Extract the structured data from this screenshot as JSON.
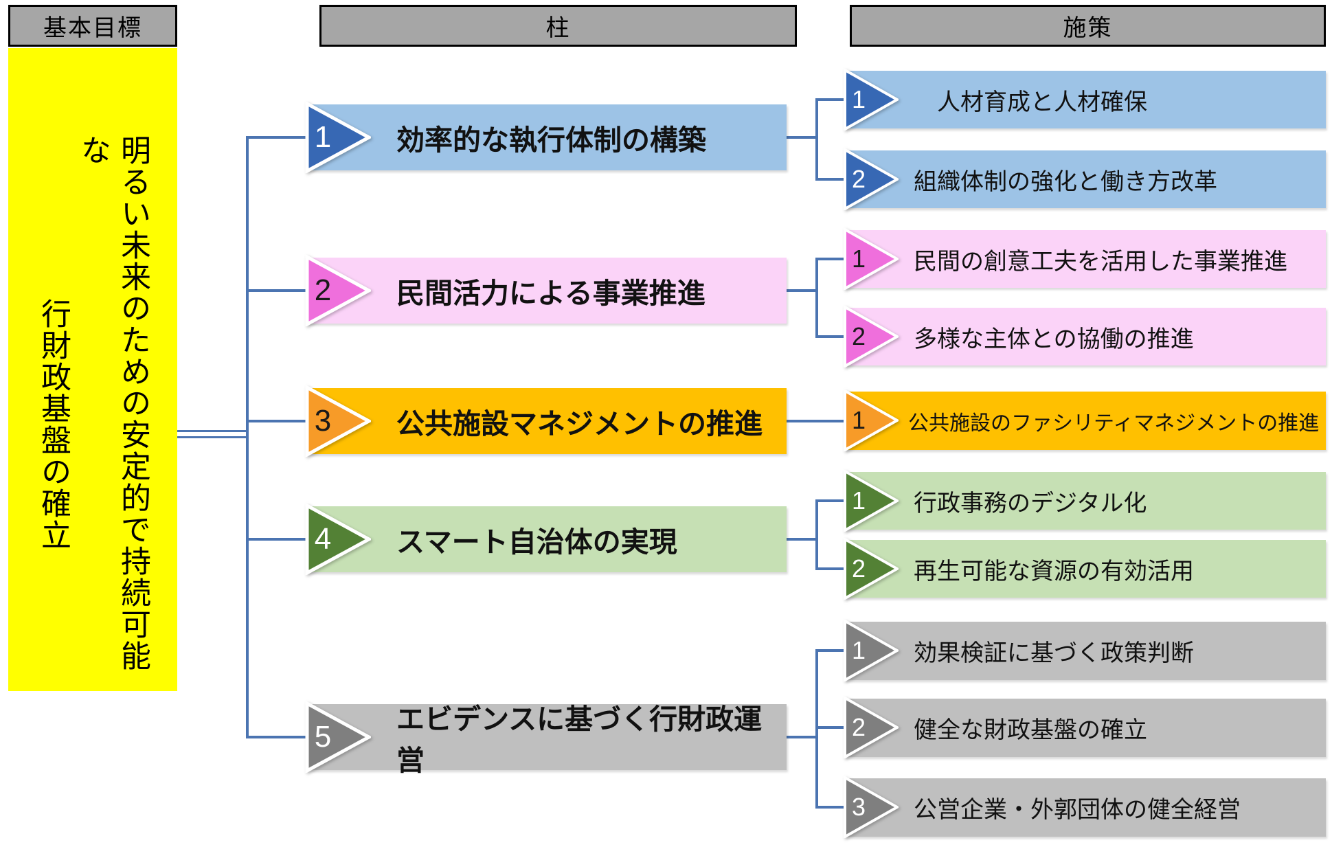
{
  "headers": {
    "goal": "基本目標",
    "pillar": "柱",
    "measure": "施策"
  },
  "goal": {
    "line1": "明るい未来のための安定的で持続可能な",
    "line2": "行財政基盤の確立",
    "bg": "#FFFF00"
  },
  "colors": {
    "connector": "#4B74B1",
    "header_bg": "#A6A6A6"
  },
  "pillars": [
    {
      "num": "1",
      "label": "効率的な執行体制の構築",
      "box_color": "#9DC3E6",
      "arrow_color": "#3768B4",
      "num_color": "#FFFFFF",
      "measures": [
        {
          "num": "1",
          "label": "　人材育成と人材確保"
        },
        {
          "num": "2",
          "label": "組織体制の強化と働き方改革"
        }
      ]
    },
    {
      "num": "2",
      "label": "民間活力による事業推進",
      "box_color": "#FBD3F8",
      "arrow_color": "#EF6FDC",
      "num_color": "#1A1A1A",
      "measures": [
        {
          "num": "1",
          "label": "民間の創意工夫を活用した事業推進"
        },
        {
          "num": "2",
          "label": "多様な主体との協働の推進"
        }
      ]
    },
    {
      "num": "3",
      "label": "公共施設マネジメントの推進",
      "box_color": "#FFC000",
      "arrow_color": "#F79B28",
      "num_color": "#1A1A1A",
      "measures": [
        {
          "num": "1",
          "label": "公共施設のファシリティマネジメントの推進"
        }
      ]
    },
    {
      "num": "4",
      "label": "スマート自治体の実現",
      "box_color": "#C6E0B4",
      "arrow_color": "#538135",
      "num_color": "#FFFFFF",
      "measures": [
        {
          "num": "1",
          "label": "行政事務のデジタル化"
        },
        {
          "num": "2",
          "label": "再生可能な資源の有効活用"
        }
      ]
    },
    {
      "num": "5",
      "label": "エビデンスに基づく行財政運営",
      "box_color": "#BFBFBF",
      "arrow_color": "#7F7F7F",
      "num_color": "#FFFFFF",
      "measures": [
        {
          "num": "1",
          "label": "効果検証に基づく政策判断"
        },
        {
          "num": "2",
          "label": "健全な財政基盤の確立"
        },
        {
          "num": "3",
          "label": "公営企業・外郭団体の健全経営"
        }
      ]
    }
  ]
}
